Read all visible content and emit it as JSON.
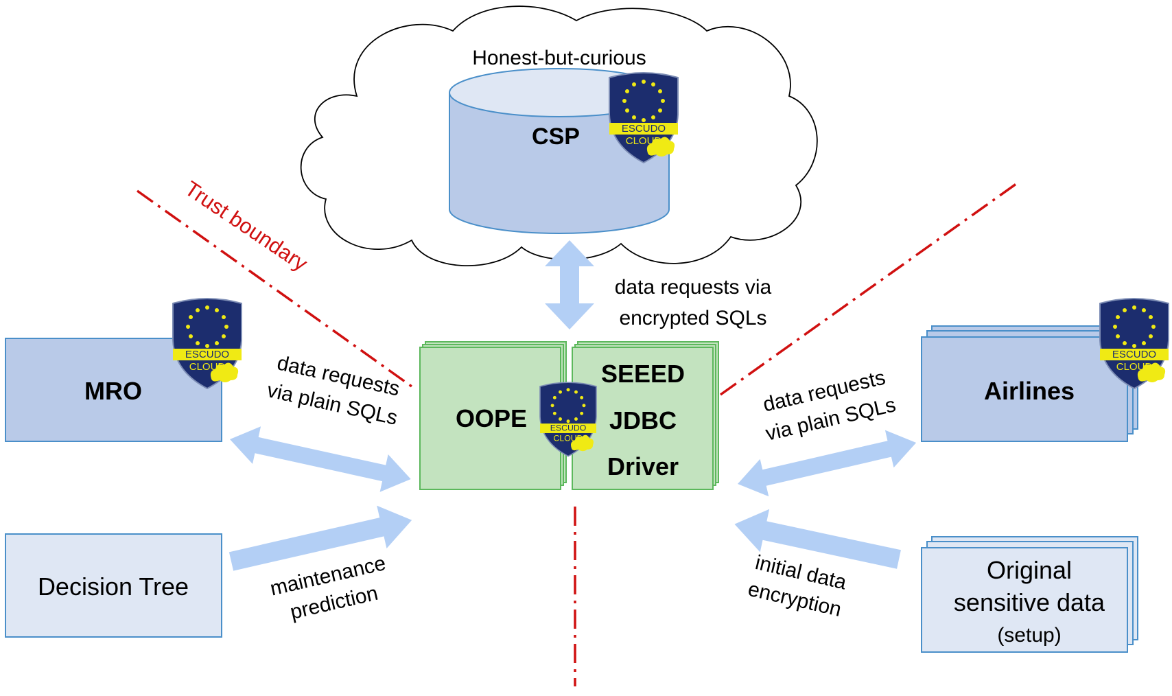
{
  "cloud": {
    "label": "Honest-but-curious",
    "database_label": "CSP"
  },
  "trust_boundary": {
    "label": "Trust boundary",
    "color": "#d01010"
  },
  "nodes": {
    "mro": "MRO",
    "decision_tree": "Decision Tree",
    "airlines": "Airlines",
    "original_data": {
      "line1": "Original",
      "line2": "sensitive data",
      "line3": "(setup)"
    },
    "oope": "OOPE",
    "driver": {
      "line1": "SEEED",
      "line2": "JDBC",
      "line3": "Driver"
    }
  },
  "edges": {
    "csp_driver": {
      "line1": "data requests via",
      "line2": "encrypted SQLs"
    },
    "mro_driver": {
      "line1": "data requests",
      "line2": "via plain SQLs"
    },
    "tree_driver": {
      "line1": "maintenance",
      "line2": "prediction"
    },
    "airlines_driver": {
      "line1": "data requests",
      "line2": "via plain SQLs"
    },
    "data_driver": {
      "line1": "initial data",
      "line2": "encryption"
    }
  },
  "badge": {
    "icon": "escudo-cloud-shield-icon",
    "line1": "ESCUDO",
    "line2": "CLOUD"
  },
  "colors": {
    "arrow": "#b3cff5",
    "db_fill": "#b9cae8",
    "box_dark": "#b9cae8",
    "box_light": "#dfe7f4",
    "box_border": "#4a8fc9",
    "green_fill": "#c3e3bf",
    "green_border": "#5cb85c",
    "shield_blue": "#1c2d6e",
    "shield_yellow": "#f0ea14"
  }
}
